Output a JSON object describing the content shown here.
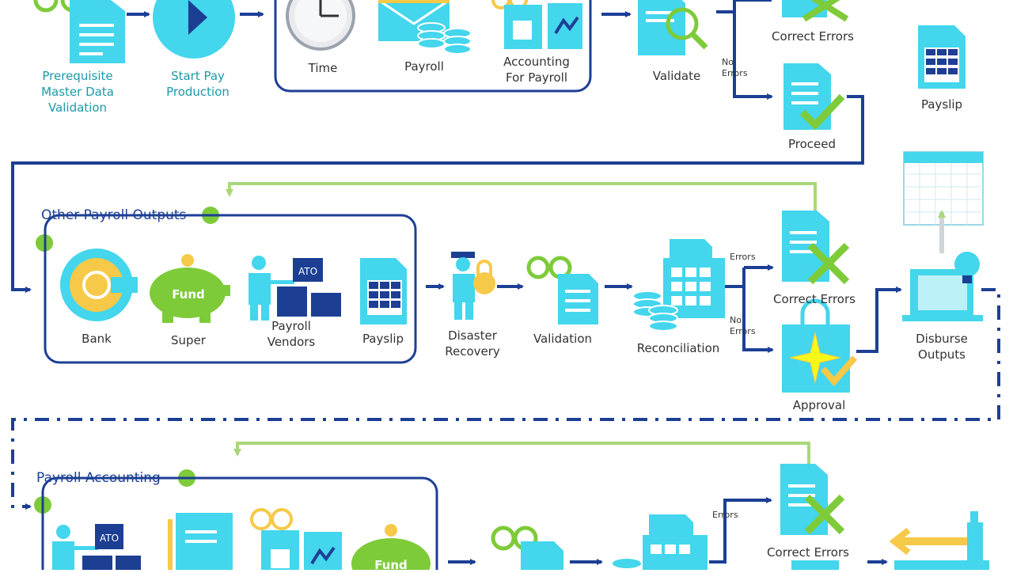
{
  "colors": {
    "navy": "#1c3f94",
    "cyan": "#3fd3e8",
    "cyan_dark": "#27b6cc",
    "green": "#7ecb3a",
    "green_light": "#a9d77a",
    "yellow": "#f7c948",
    "doc": "#43d6ec"
  },
  "row1": {
    "prereq": "Prerequisite\nMaster Data\nValidation",
    "start_pay": "Start Pay\nProduction",
    "time": "Time",
    "payroll": "Payroll",
    "accounting": "Accounting\nFor Payroll",
    "validate": "Validate",
    "no_errors": "No\nErrors",
    "correct_errors": "Correct Errors",
    "proceed": "Proceed",
    "payslip": "Payslip"
  },
  "row2": {
    "section_title": "Other Payroll Outputs",
    "bank": "Bank",
    "super": "Super",
    "fund": "Fund",
    "ato": "ATO",
    "payroll_vendors": "Payroll\nVendors",
    "payslip": "Payslip",
    "disaster_recovery": "Disaster\nRecovery",
    "validation": "Validation",
    "reconciliation": "Reconciliation",
    "errors": "Errors",
    "no_errors": "No\nErrors",
    "correct_errors": "Correct Errors",
    "approval": "Approval",
    "disburse": "Disburse\nOutputs"
  },
  "row3": {
    "section_title": "Payroll Accounting",
    "ato": "ATO",
    "fund": "Fund",
    "errors": "Errors",
    "correct_errors": "Correct Errors"
  }
}
